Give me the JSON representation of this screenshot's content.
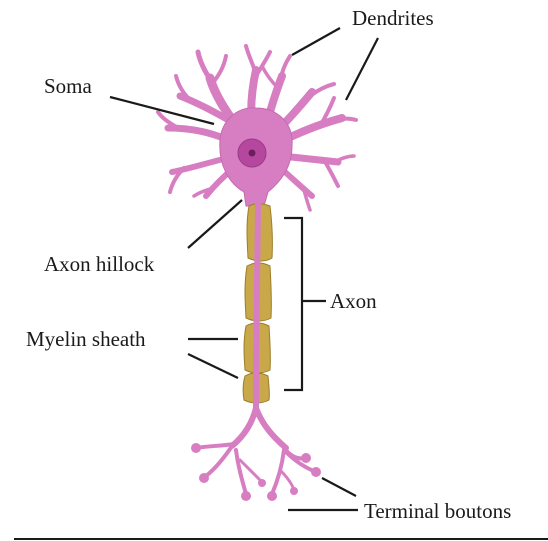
{
  "diagram": {
    "labels": {
      "dendrites": "Dendrites",
      "soma": "Soma",
      "axon_hillock": "Axon hillock",
      "axon": "Axon",
      "myelin_sheath": "Myelin sheath",
      "terminal_boutons": "Terminal boutons"
    },
    "colors": {
      "neuron_fill": "#d77ec2",
      "neuron_outline": "#a64f92",
      "nucleus": "#b5489e",
      "nucleolus": "#6c1d5c",
      "myelin": "#c9a84a",
      "myelin_outline": "#9c7d2a",
      "leader_lines": "#1a1a1a"
    }
  }
}
